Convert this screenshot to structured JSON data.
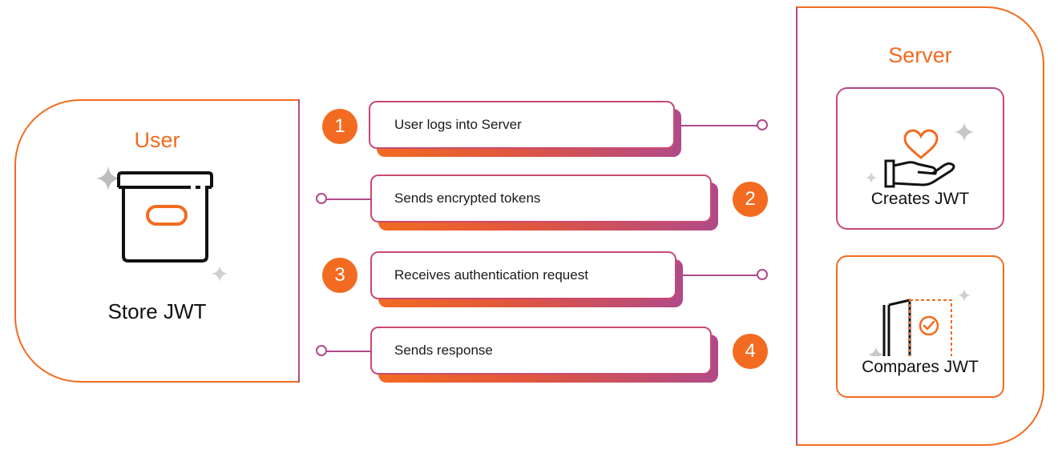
{
  "user": {
    "title": "User",
    "caption": "Store JWT"
  },
  "server": {
    "title": "Server",
    "cards": [
      {
        "label": "Creates JWT",
        "icon": "hand-heart-icon"
      },
      {
        "label": "Compares JWT",
        "icon": "door-check-icon"
      }
    ]
  },
  "steps": [
    {
      "number": "1",
      "text": "User logs into Server"
    },
    {
      "number": "2",
      "text": "Sends encrypted tokens"
    },
    {
      "number": "3",
      "text": "Receives authentication request"
    },
    {
      "number": "4",
      "text": "Sends response"
    }
  ],
  "colors": {
    "orange": "#f26b21",
    "magenta": "#b04a8a"
  }
}
